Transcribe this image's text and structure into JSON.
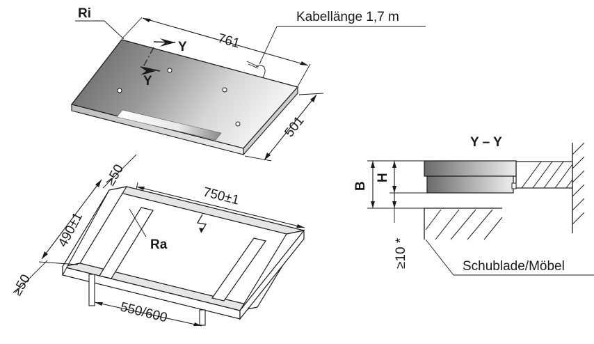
{
  "labels": {
    "ri": "Ri",
    "ra": "Ra",
    "cable_length": "Kabellänge 1,7 m",
    "section_marker": "Y",
    "section_title": "Y – Y",
    "width_cooktop": "761",
    "depth_cooktop": "501",
    "cutout_width": "750±1",
    "cutout_depth": "490±1",
    "clearance_back": "≥50",
    "clearance_front": "≥50",
    "cabinet_width": "550/600",
    "height_b": "B",
    "height_h": "H",
    "gap_below": "≥10 *",
    "drawer_furniture": "Schublade/Möbel"
  },
  "colors": {
    "line": "#1a1a1a",
    "glass_dark": "#6f6f6f",
    "glass_light": "#d9d9d9"
  }
}
